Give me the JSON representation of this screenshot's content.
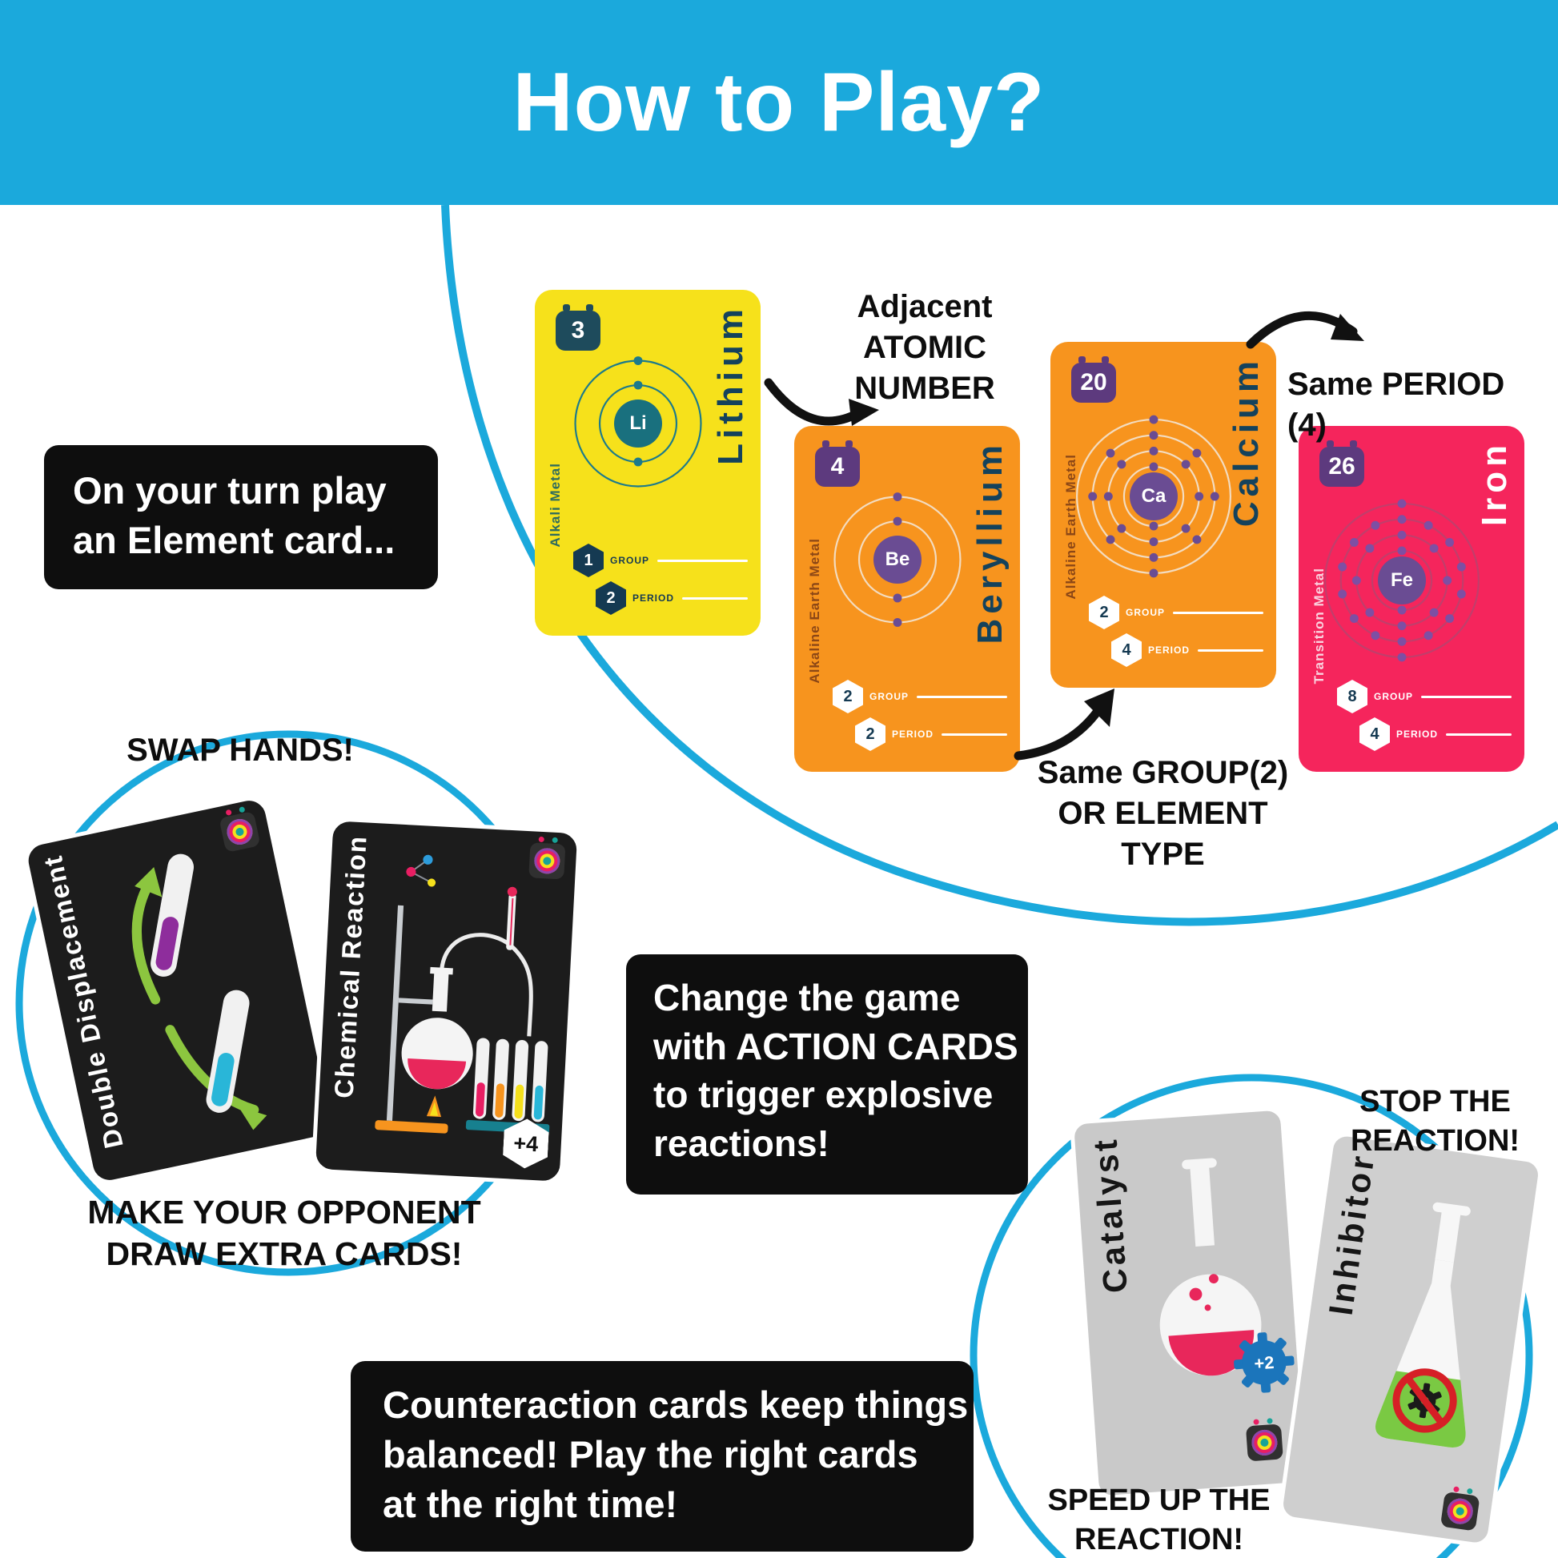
{
  "header": {
    "title": "How to Play?"
  },
  "colors": {
    "accent": "#1BA9DC",
    "card_yellow": "#F6E11B",
    "card_orange": "#F7941E",
    "card_pink": "#F5255C",
    "card_black": "#1C1C1C",
    "card_gray": "#C9C9C9",
    "note_black": "#0E0E0E",
    "arrow_green": "#8CC63F",
    "liquid_purple": "#8E2D9C",
    "liquid_cyan": "#29B6D8",
    "liquid_red": "#E8275B",
    "liquid_green": "#7AC943",
    "gear_blue": "#1B75BB"
  },
  "labels": {
    "group": "GROUP",
    "period": "PERIOD"
  },
  "element_section": {
    "note_lines": [
      "On your turn play",
      "an Element card..."
    ],
    "adjacent_lines": [
      "Adjacent",
      "ATOMIC NUMBER"
    ],
    "same_period": "Same PERIOD (4)",
    "same_group_lines": [
      "Same GROUP(2)",
      "OR ELEMENT TYPE"
    ],
    "cards": [
      {
        "name": "Lithium",
        "symbol": "Li",
        "atomic_number": "3",
        "type": "Alkali Metal",
        "group": "1",
        "period": "2",
        "shells": [
          2,
          1
        ]
      },
      {
        "name": "Beryllium",
        "symbol": "Be",
        "atomic_number": "4",
        "type": "Alkaline Earth Metal",
        "group": "2",
        "period": "2",
        "shells": [
          2,
          2
        ]
      },
      {
        "name": "Calcium",
        "symbol": "Ca",
        "atomic_number": "20",
        "type": "Alkaline Earth Metal",
        "group": "2",
        "period": "4",
        "shells": [
          2,
          8,
          8,
          2
        ]
      },
      {
        "name": "Iron",
        "symbol": "Fe",
        "atomic_number": "26",
        "type": "Transition Metal",
        "group": "8",
        "period": "4",
        "shells": [
          2,
          8,
          14,
          2
        ]
      }
    ]
  },
  "action_section": {
    "swap": "SWAP HANDS!",
    "draw_lines": [
      "MAKE YOUR OPPONENT",
      "DRAW EXTRA CARDS!"
    ],
    "note_lines": [
      "Change the game",
      "with ACTION CARDS",
      "to trigger explosive",
      "reactions!"
    ],
    "cards": [
      {
        "name": "Double Displacement"
      },
      {
        "name": "Chemical Reaction",
        "badge": "+4"
      }
    ]
  },
  "counter_section": {
    "stop_lines": [
      "STOP THE",
      "REACTION!"
    ],
    "speed_lines": [
      "SPEED UP THE",
      "REACTION!"
    ],
    "note_lines": [
      "Counteraction cards keep things",
      "balanced! Play the right cards",
      "at the right time!"
    ],
    "cards": [
      {
        "name": "Catalyst",
        "badge": "+2"
      },
      {
        "name": "Inhibitor"
      }
    ]
  }
}
